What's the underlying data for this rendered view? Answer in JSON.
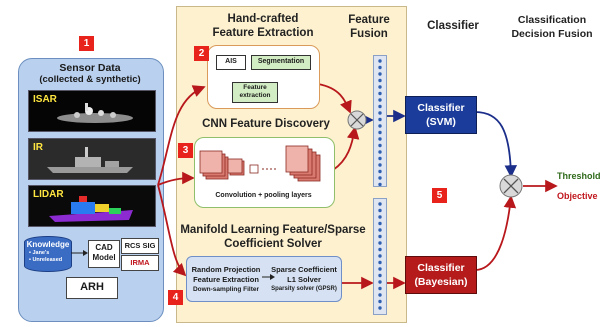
{
  "colors": {
    "sensor_panel": "#b9d0ee",
    "feature_panel": "#fdf1cf",
    "svm_box": "#1b3c9a",
    "bayes_box": "#b51b1b",
    "badge": "#e8231b",
    "objective_text": "#c0161d",
    "threshold_text": "#2f6a1a",
    "arrow_red": "#b8171b",
    "arrow_blue": "#1b2e8a"
  },
  "headers": {
    "handcrafted": "Hand-crafted Feature Extraction",
    "feature_fusion": "Feature Fusion",
    "classifier": "Classifier",
    "decision_fusion": "Classification Decision Fusion",
    "cnn": "CNN Feature Discovery",
    "manifold": "Manifold Learning Feature/Sparse Coefficient Solver"
  },
  "badges": [
    "1",
    "2",
    "3",
    "4",
    "5"
  ],
  "sensor_panel": {
    "title": "Sensor Data",
    "subtitle": "(collected & synthetic)",
    "sensors": [
      "ISAR",
      "IR",
      "LIDAR"
    ],
    "knowledge_title": "Knowledge",
    "knowledge_items": [
      "• Jane's",
      "• Unreleased"
    ],
    "cad_model": "CAD Model",
    "rcs_sig": "RCS SIG",
    "irma": "IRMA",
    "arh": "ARH"
  },
  "handcrafted_box": {
    "ais": "AIS",
    "segmentation": "Segmentation",
    "feature_extraction": "Feature extraction"
  },
  "cnn_box": {
    "caption": "Convolution + pooling layers"
  },
  "manifold_box": {
    "line1": "Random Projection",
    "line2": "Feature Extraction",
    "line3": "Down-sampling Filter",
    "line4": "Sparse Coefficient",
    "line5": "L1 Solver",
    "line6": "Sparsity solver (GPSR)"
  },
  "classifiers": {
    "svm": "Classifier (SVM)",
    "bayesian": "Classifier (Bayesian)"
  },
  "outputs": {
    "threshold": "Threshold",
    "objective": "Objective"
  }
}
